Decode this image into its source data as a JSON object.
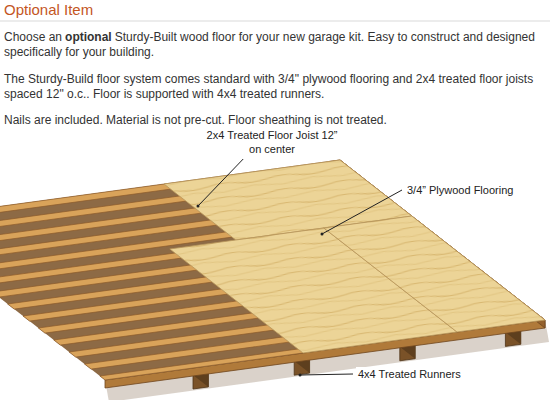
{
  "diagram": {
    "title": "Optional Item",
    "labels": [
      "Choose an",
      "optional",
      "Sturdy-Built wood floor for your new garage kit. Easy to construct and designed specifically for your building.",
      "The Sturdy-Build floor system comes standard with 3/4\" plywood flooring and 2x4 treated floor joists spaced 12\" o.c.. Floor is supported with 4x4 treated runners.",
      "Nails are included. Material is not pre-cut. Floor sheathing is not treated.",
      "2x4 Treated Floor Joist 12” on center",
      "3/4” Plywood Flooring",
      "4x4 Treated Runners"
    ]
  }
}
